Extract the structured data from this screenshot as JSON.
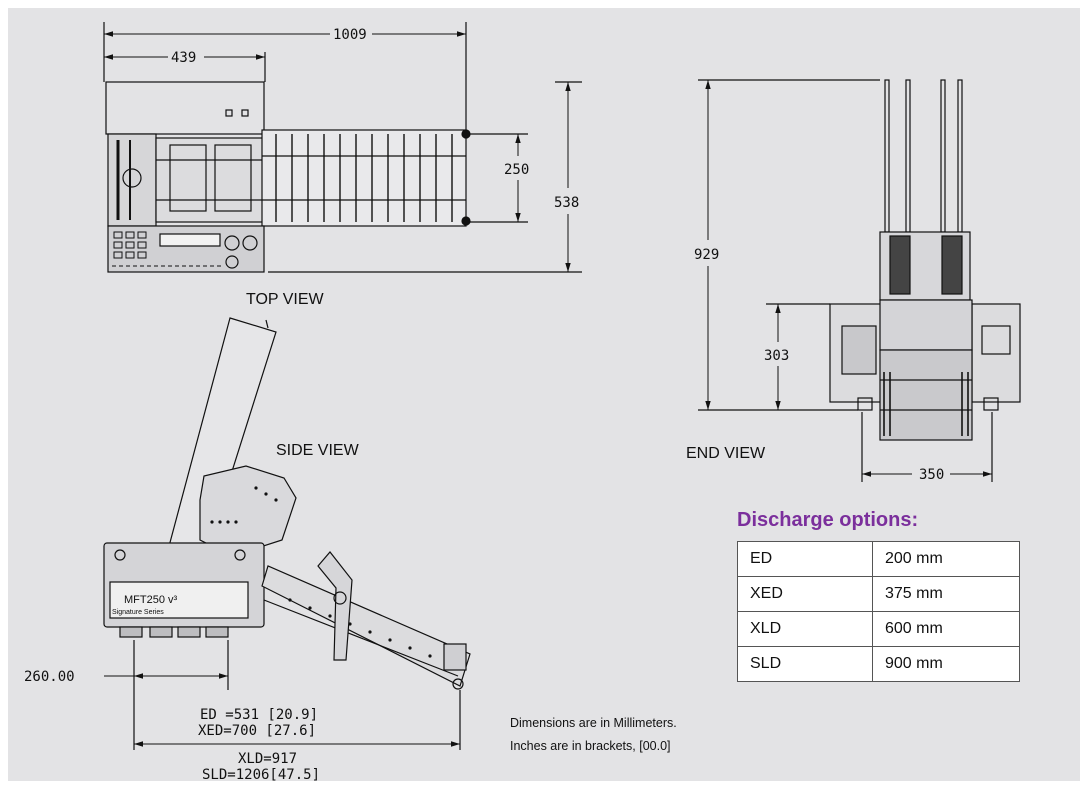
{
  "views": {
    "top": "TOP VIEW",
    "side": "SIDE VIEW",
    "end": "END VIEW"
  },
  "dimensions": {
    "top_overall_length": "1009",
    "top_hopper_length": "439",
    "top_conveyor_width": "250",
    "top_overall_width": "538",
    "end_height": "929",
    "end_hopper_height": "303",
    "end_width": "350",
    "side_offset": "260.00",
    "side_ed": "ED =531 [20.9]",
    "side_xed": "XED=700 [27.6]",
    "side_xld": "XLD=917",
    "side_sld": "SLD=1206[47.5]"
  },
  "machine_label": {
    "model": "MFT250 v³",
    "series": "Signature Series"
  },
  "discharge": {
    "title": "Discharge options:",
    "options": [
      {
        "code": "ED",
        "length": "200 mm"
      },
      {
        "code": "XED",
        "length": "375 mm"
      },
      {
        "code": "XLD",
        "length": "600 mm"
      },
      {
        "code": "SLD",
        "length": "900 mm"
      }
    ]
  },
  "notes": {
    "line1": "Dimensions are in Millimeters.",
    "line2": "Inches are in brackets, [00.0]"
  },
  "colors": {
    "panel_bg": "#e3e3e5",
    "title_purple": "#7b2f9c",
    "line": "#111111"
  }
}
